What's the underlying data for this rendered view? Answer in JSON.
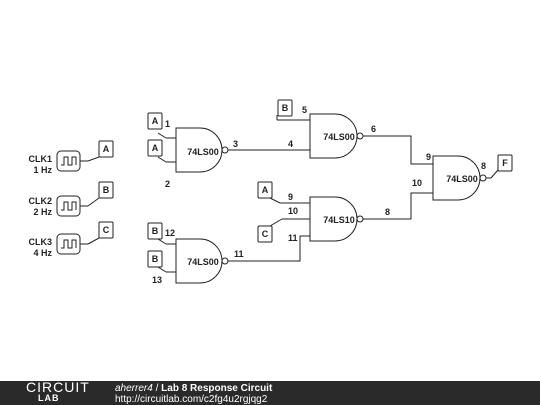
{
  "clocks": [
    {
      "name": "CLK1",
      "freq": "1 Hz",
      "label": "A"
    },
    {
      "name": "CLK2",
      "freq": "2 Hz",
      "label": "B"
    },
    {
      "name": "CLK3",
      "freq": "4 Hz",
      "label": "C"
    }
  ],
  "gates": [
    {
      "chip": "74LS00",
      "pin_in_a": "1",
      "pin_in_b": "2",
      "pin_out": "3",
      "in_a": "A",
      "in_b": "A"
    },
    {
      "chip": "74LS00",
      "pin_in_a": "12",
      "pin_in_b": "13",
      "pin_out": "11",
      "in_a": "B",
      "in_b": "B"
    },
    {
      "chip": "74LS00",
      "pin_in_a": "5",
      "pin_in_b": "4",
      "pin_out": "6",
      "in_a": "B"
    },
    {
      "chip": "74LS10",
      "pin_in_a": "9",
      "pin_in_b": "10",
      "pin_in_c": "11",
      "pin_out": "8",
      "in_a": "A",
      "in_c": "C"
    },
    {
      "chip": "74LS00",
      "pin_in_a": "9",
      "pin_in_b": "10",
      "pin_out": "8",
      "out": "F"
    }
  ],
  "footer": {
    "logo_top": "CIRCUIT",
    "logo_bottom": "LAB",
    "author": "aherrer4",
    "separator": " / ",
    "title": "Lab 8 Response Circuit",
    "url": "http://circuitlab.com/c2fg4u2rgjqg2"
  }
}
